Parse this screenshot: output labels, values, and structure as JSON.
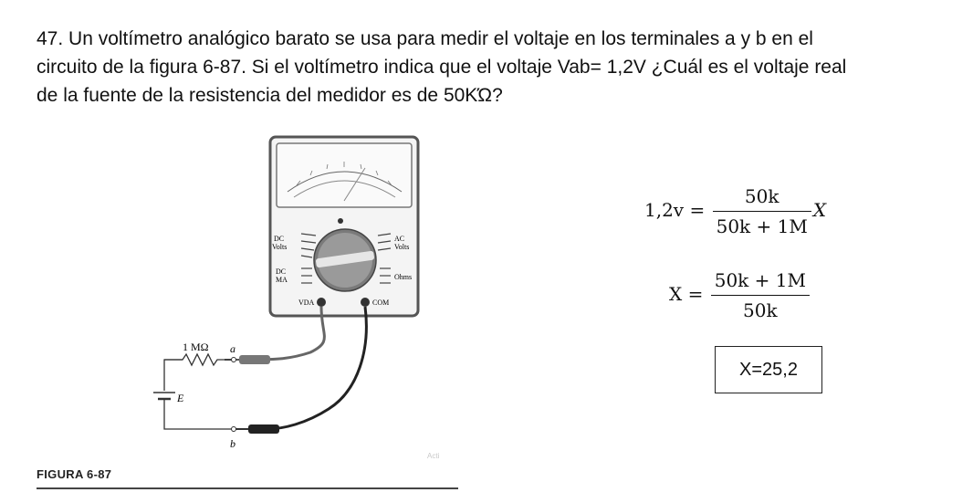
{
  "question": {
    "line1": "47. Un voltímetro analógico barato se usa para medir el voltaje en los terminales a y b en el",
    "line2": "circuito de la figura 6-87. Si el voltímetro indica que el voltaje Vab= 1,2V ¿Cuál es el voltaje real",
    "line3": "de la fuente de la resistencia del medidor es de 50KΏ?"
  },
  "figure": {
    "caption": "FIGURA 6-87",
    "resistor_label": "1 MΩ",
    "terminal_a": "a",
    "terminal_b": "b",
    "source_label": "E",
    "meter": {
      "dc_volts": "DC\nVolts",
      "dc_ma": "DC\nMA",
      "ac_volts": "AC\nVolts",
      "ohms": "Ohms",
      "vda": "VDA",
      "com": "COM"
    },
    "watermark": "Acti"
  },
  "solution": {
    "eq1_lhs": "1,2v =",
    "eq1_num": "50k",
    "eq1_den": "50k + 1M",
    "eq1_rhs": "X",
    "eq2_lhs": "X =",
    "eq2_num": "50k + 1M",
    "eq2_den": "50k",
    "answer": "X=25,2"
  }
}
